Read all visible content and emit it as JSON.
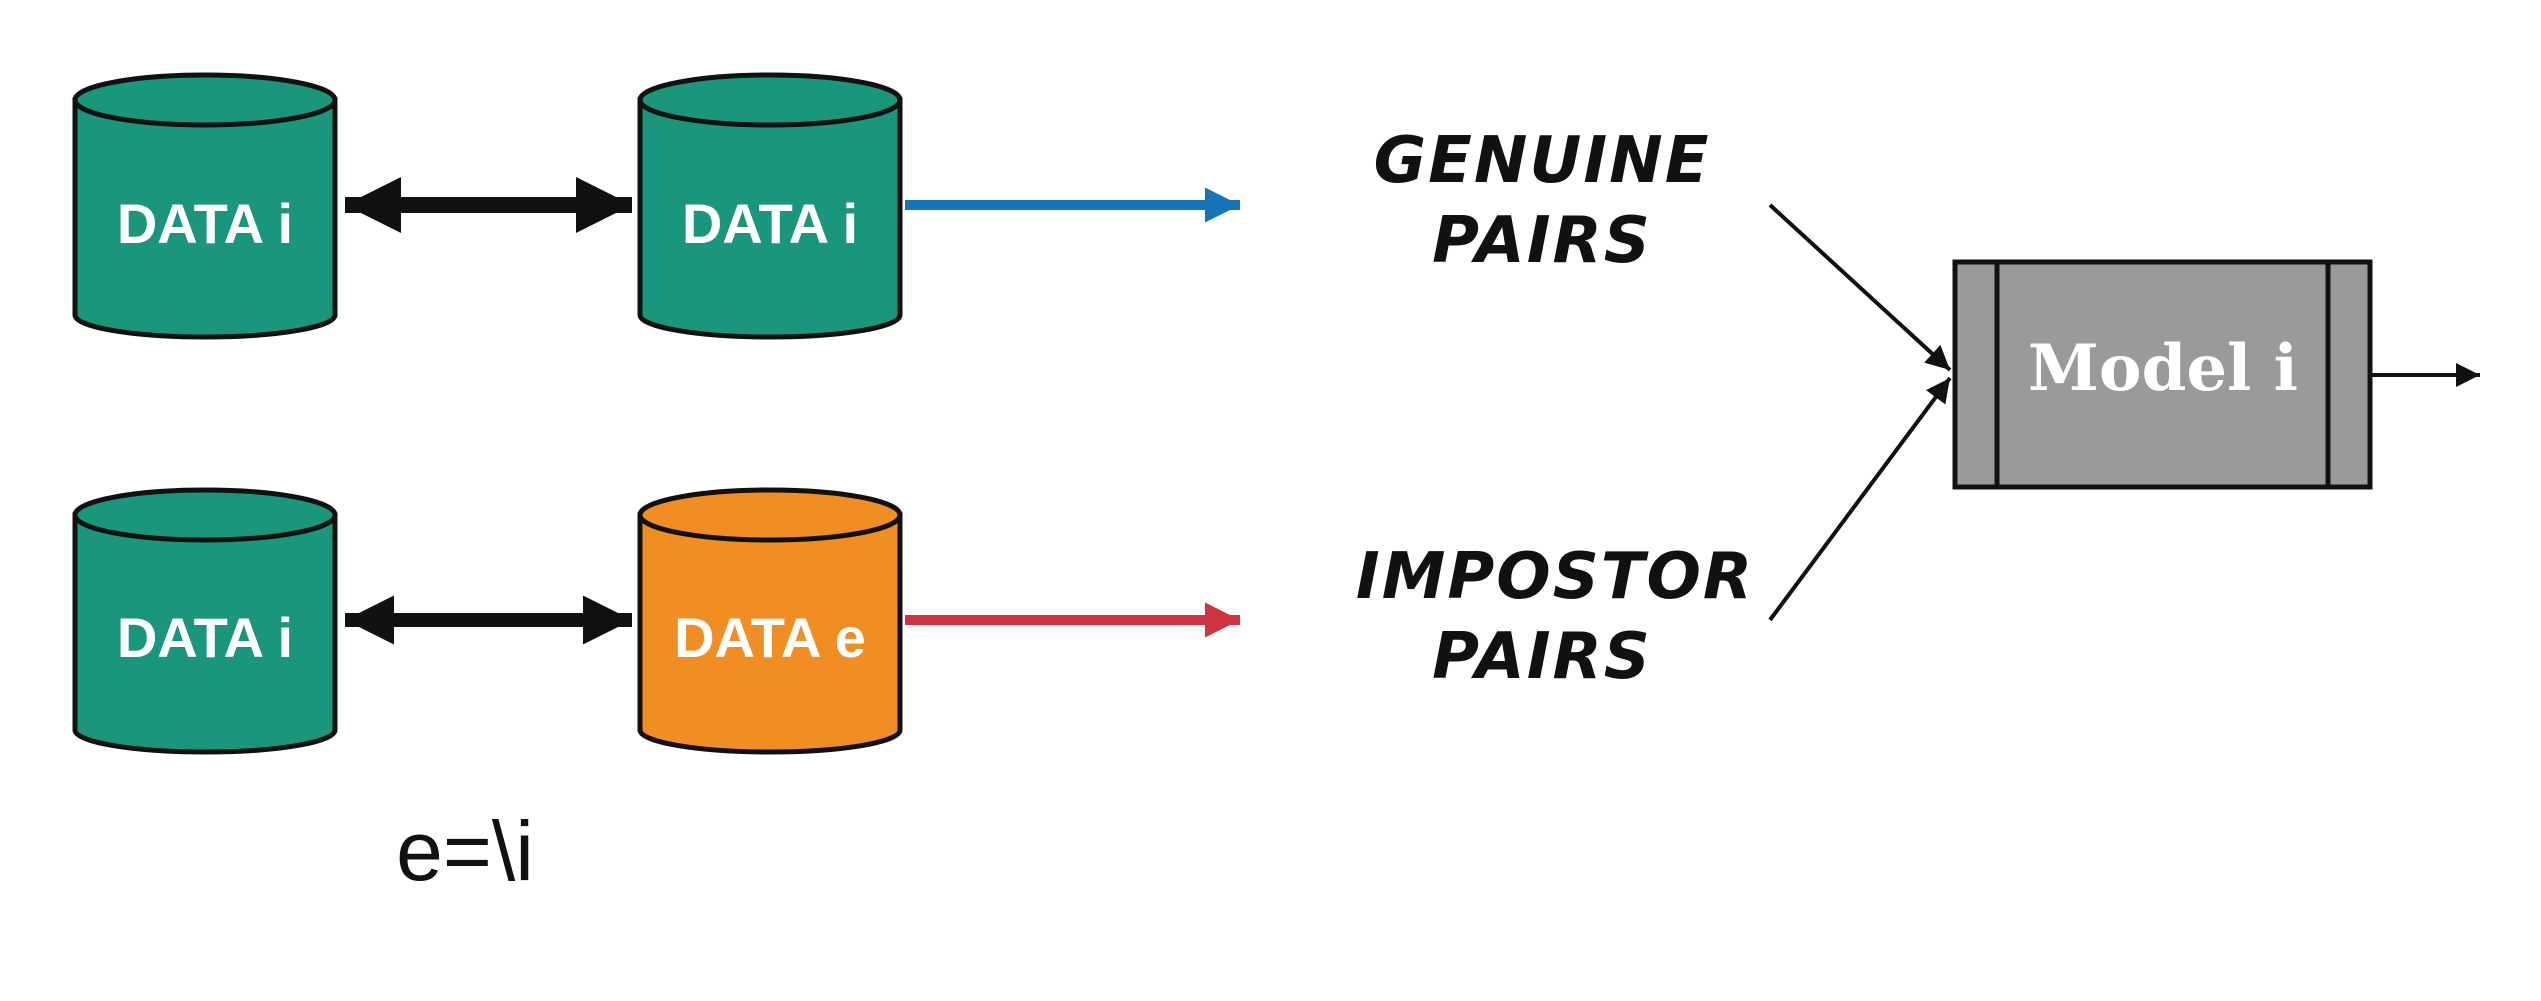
{
  "colors": {
    "teal": "#1a967c",
    "orange": "#f08d23",
    "gray": "#9a9a9a",
    "blue_arrow": "#1675b8",
    "red_arrow": "#cf3240",
    "stroke": "#111111"
  },
  "databases": {
    "top_left": "DATA i",
    "top_right": "DATA i",
    "bottom_left": "DATA i",
    "bottom_right": "DATA e"
  },
  "pairs": {
    "genuine": {
      "line1": "GENUINE",
      "line2": "PAIRS"
    },
    "impostor": {
      "line1": "IMPOSTOR",
      "line2": "PAIRS"
    }
  },
  "model": {
    "label": "Model i"
  },
  "note": "e=\\i"
}
